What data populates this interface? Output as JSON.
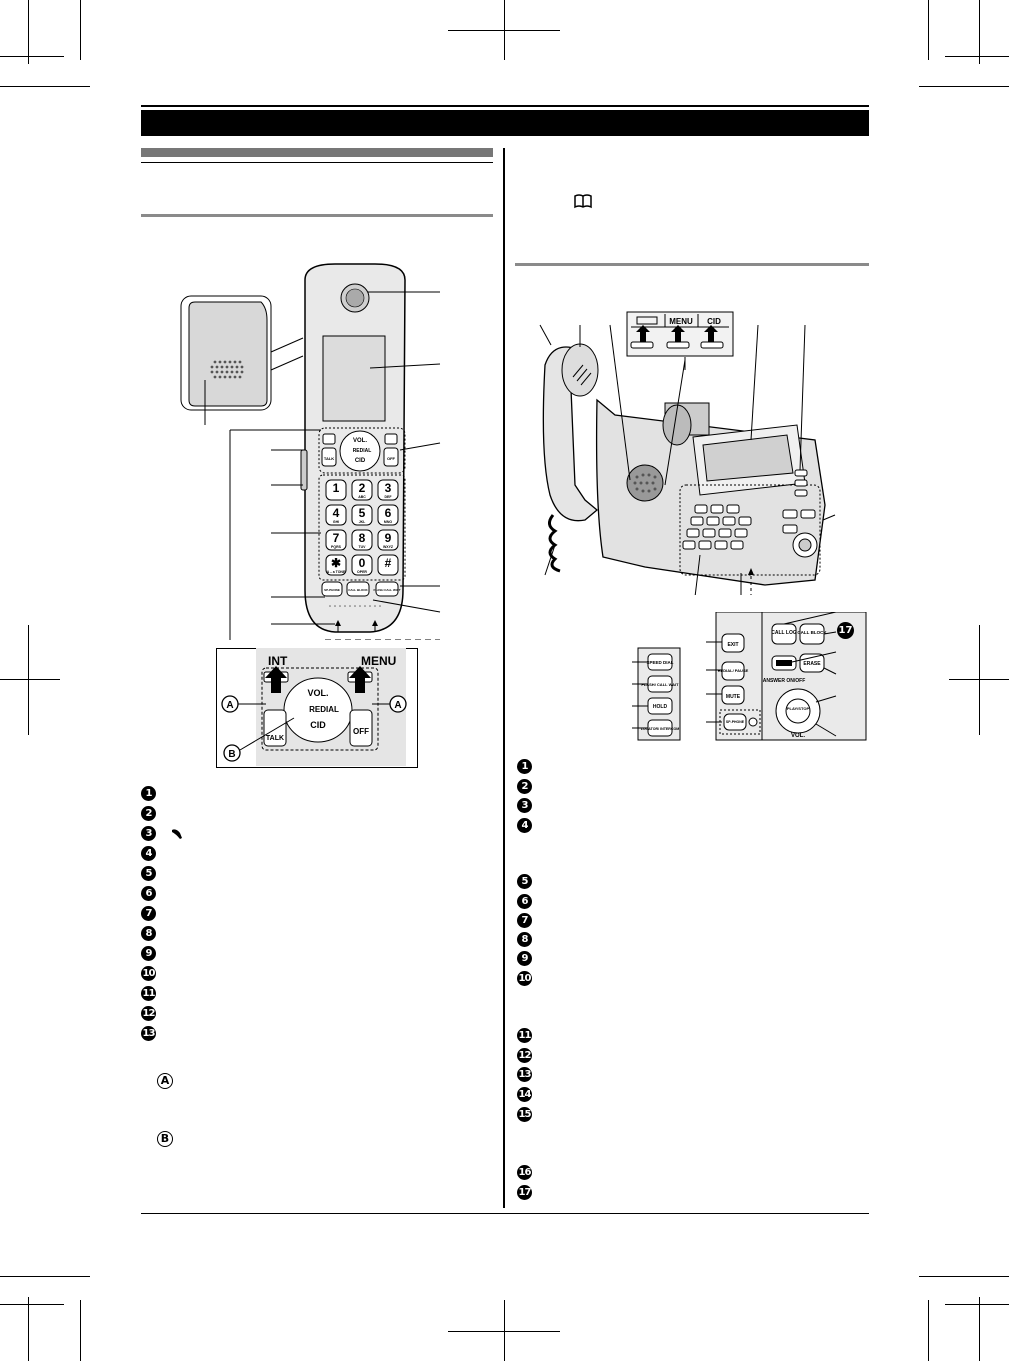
{
  "handset": {
    "key_labels": {
      "int": "INT",
      "menu": "MENU",
      "vol": "VOL.",
      "redial": "REDIAL",
      "cid": "CID",
      "talk": "TALK",
      "off": "OFF",
      "letter_a": "A",
      "letter_b": "B",
      "sp_phone": "SP-PHONE",
      "call_block": "CALL BLOCK",
      "flash": "FLASH CALL WAIT",
      "keys": [
        {
          "d": "1",
          "s": ""
        },
        {
          "d": "2",
          "s": "ABC"
        },
        {
          "d": "3",
          "s": "DEF"
        },
        {
          "d": "4",
          "s": "GHI"
        },
        {
          "d": "5",
          "s": "JKL"
        },
        {
          "d": "6",
          "s": "MNO"
        },
        {
          "d": "7",
          "s": "PQRS"
        },
        {
          "d": "8",
          "s": "TUV"
        },
        {
          "d": "9",
          "s": "WXYZ"
        },
        {
          "d": "✱",
          "s": "A↔a TONE"
        },
        {
          "d": "0",
          "s": "OPER"
        },
        {
          "d": "#",
          "s": ""
        }
      ]
    },
    "list_numbers": [
      "1",
      "2",
      "3",
      "4",
      "5",
      "6",
      "7",
      "8",
      "9",
      "10",
      "11",
      "12",
      "13"
    ],
    "note_letters": [
      "A",
      "B"
    ]
  },
  "base": {
    "top_keys": [
      "MENU",
      "CID"
    ],
    "side_keys": [
      "SPEED DIAL",
      "FLASH/ CALL WAIT",
      "HOLD",
      "LOCATOR/ INTERCOM"
    ],
    "mid_keys": [
      "EXIT",
      "REDIAL/ PAUSE",
      "MUTE",
      "SP-PHONE"
    ],
    "right_keys": [
      "CALL LOG",
      "CALL BLOCK",
      "ERASE",
      "ANSWER ON/OFF",
      "PLAY/STOP",
      "VOL."
    ],
    "callout_17": "17",
    "list_numbers": [
      "1",
      "2",
      "3",
      "4",
      "5",
      "6",
      "7",
      "8",
      "9",
      "10",
      "11",
      "12",
      "13",
      "14",
      "15",
      "16",
      "17"
    ]
  }
}
